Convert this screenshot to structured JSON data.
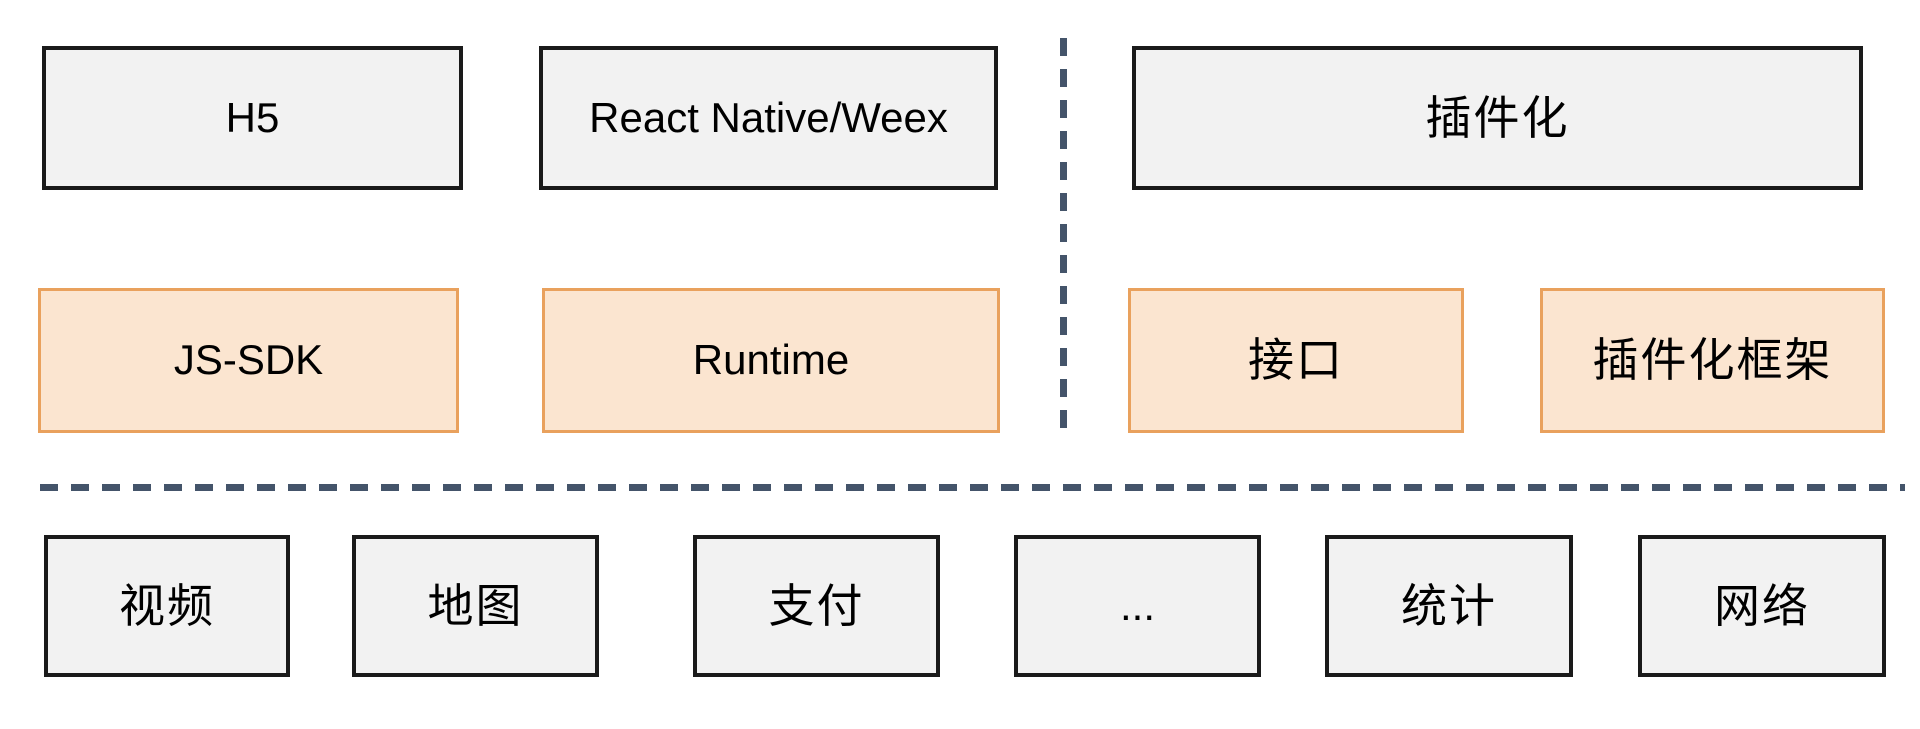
{
  "diagram": {
    "description": "Hybrid app plugin architecture diagram",
    "colors": {
      "canvas_bg": "#FFFFFF",
      "gray_box_fill": "#F2F2F2",
      "gray_box_border": "#1A1A1A",
      "orange_box_fill": "#FBE5D0",
      "orange_box_border": "#E9A15D",
      "dashed_line": "#44546A",
      "text": "#000000"
    },
    "top_row": {
      "h5": {
        "label": "H5"
      },
      "react_native_weex": {
        "label": "React Native/Weex"
      },
      "pluginization": {
        "label": "插件化"
      }
    },
    "middle_row": {
      "js_sdk": {
        "label": "JS-SDK"
      },
      "runtime": {
        "label": "Runtime"
      },
      "interface": {
        "label": "接口"
      },
      "plugin_framework": {
        "label": "插件化框架"
      }
    },
    "bottom_row": {
      "video": {
        "label": "视频"
      },
      "map": {
        "label": "地图"
      },
      "payment": {
        "label": "支付"
      },
      "ellipsis": {
        "label": "..."
      },
      "statistics": {
        "label": "统计"
      },
      "network": {
        "label": "网络"
      }
    }
  }
}
